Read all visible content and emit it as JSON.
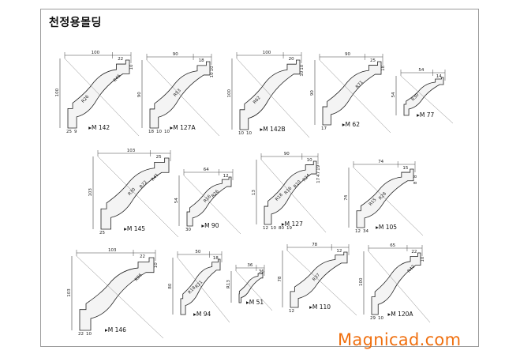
{
  "page": {
    "title": "천정용몰딩"
  },
  "brand": {
    "watermark": "Magnicad.com",
    "color": "#f07010"
  },
  "profiles": [
    {
      "id": "M 142",
      "dims": [
        "100",
        "22",
        "100",
        "25",
        "10",
        "9",
        "R46",
        "R26"
      ]
    },
    {
      "id": "M 127A",
      "dims": [
        "90",
        "18",
        "90",
        "18",
        "10",
        "10",
        "10",
        "10",
        "R53"
      ]
    },
    {
      "id": "M 142B",
      "dims": [
        "100",
        "20",
        "100",
        "10",
        "10",
        "10",
        "10",
        "R62"
      ]
    },
    {
      "id": "M 62",
      "dims": [
        "90",
        "25",
        "90",
        "17",
        "18",
        "R71"
      ]
    },
    {
      "id": "M 77",
      "dims": [
        "54",
        "14",
        "54",
        "R30"
      ]
    },
    {
      "id": "M 145",
      "dims": [
        "103",
        "25",
        "103",
        "25",
        "R30",
        "R72",
        "R41"
      ]
    },
    {
      "id": "M 90",
      "dims": [
        "64",
        "12",
        "54",
        "30",
        "R16",
        "R26"
      ]
    },
    {
      "id": "M 127",
      "dims": [
        "90",
        "10",
        "13",
        "12",
        "19",
        "10",
        "47",
        "80",
        "17",
        "19",
        "R24",
        "R18",
        "R16",
        "R10"
      ]
    },
    {
      "id": "M 105",
      "dims": [
        "74",
        "15",
        "74",
        "12",
        "8",
        "34",
        "8",
        "R15",
        "R28"
      ]
    },
    {
      "id": "M 146",
      "dims": [
        "103",
        "22",
        "103",
        "22",
        "10",
        "10",
        "R86"
      ]
    },
    {
      "id": "M 94",
      "dims": [
        "50",
        "18",
        "80",
        "R18",
        "R21"
      ]
    },
    {
      "id": "M 51",
      "dims": [
        "36",
        "36",
        "R13"
      ]
    },
    {
      "id": "M 110",
      "dims": [
        "78",
        "12",
        "78",
        "12",
        "R37"
      ]
    },
    {
      "id": "M 120A",
      "dims": [
        "65",
        "22",
        "100",
        "29",
        "10",
        "10",
        "R42"
      ]
    }
  ]
}
